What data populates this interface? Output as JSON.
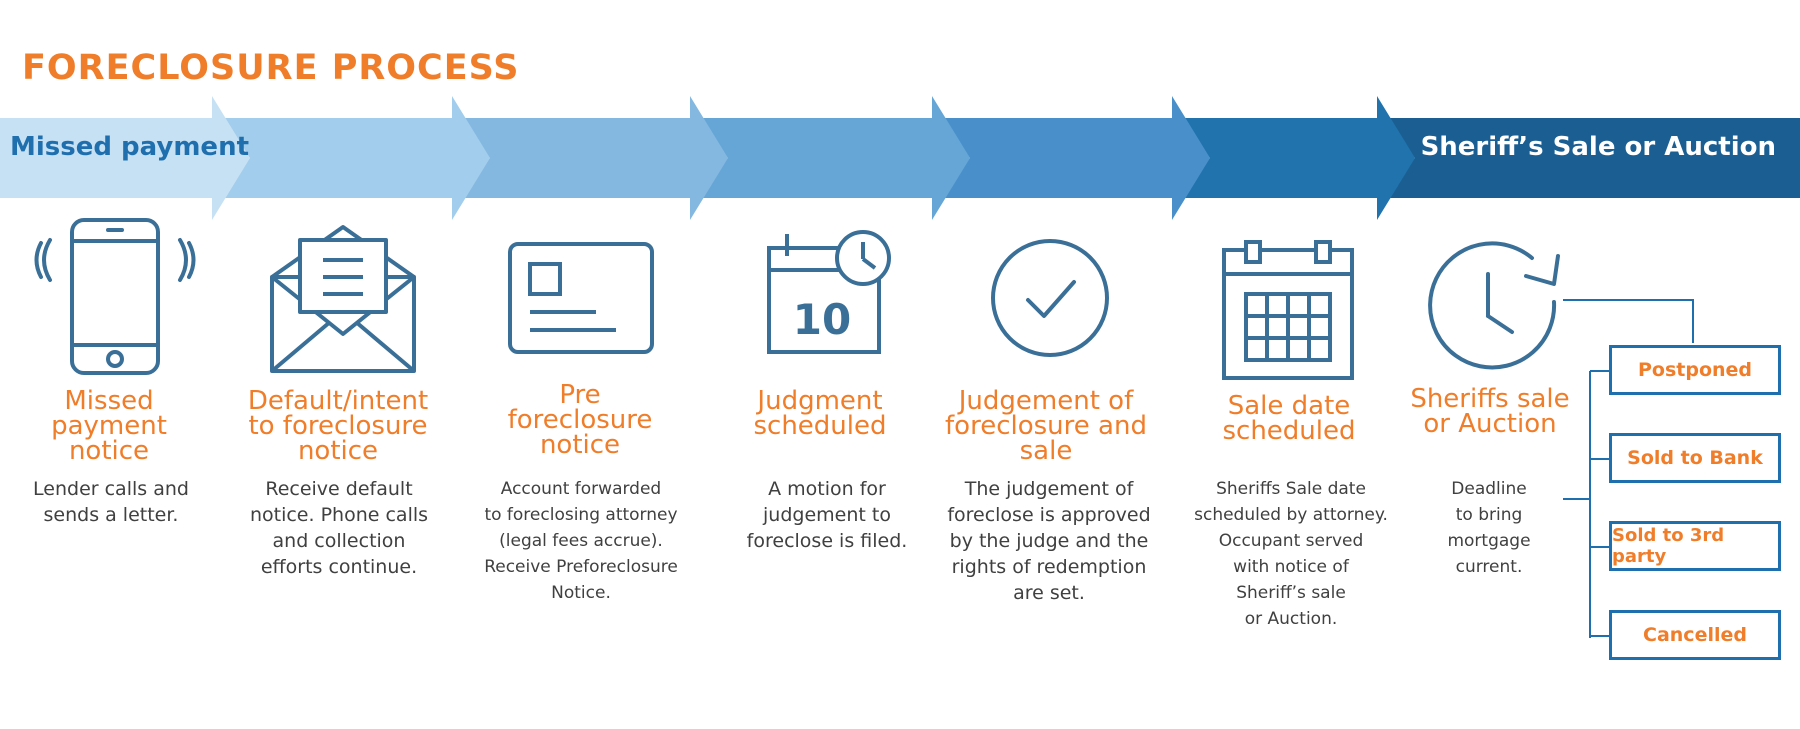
{
  "title": "FORECLOSURE PROCESS",
  "band": {
    "start_label": "Missed payment",
    "end_label": "Sheriff’s Sale or Auction",
    "colors": [
      "#c7e1f4",
      "#a2cdec",
      "#84b8e1",
      "#66a6d7",
      "#4990cb",
      "#2173ae",
      "#1b5f92"
    ]
  },
  "steps": [
    {
      "icon": "phone-icon",
      "title_lines": [
        "Missed",
        "payment",
        "notice"
      ],
      "desc_lines": [
        "Lender calls and",
        "sends a letter."
      ]
    },
    {
      "icon": "envelope-icon",
      "title_lines": [
        "Default/intent",
        "to foreclosure",
        "notice"
      ],
      "desc_lines": [
        "Receive default",
        "notice. Phone calls",
        "and collection",
        "efforts continue."
      ]
    },
    {
      "icon": "id-card-icon",
      "title_lines": [
        "Pre",
        "foreclosure",
        "notice"
      ],
      "desc_lines": [
        "Account forwarded",
        "to foreclosing attorney",
        "(legal fees accrue).",
        "Receive Preforeclosure",
        "Notice."
      ]
    },
    {
      "icon": "calendar-clock-icon",
      "calendar_number": "10",
      "title_lines": [
        "Judgment",
        "scheduled"
      ],
      "desc_lines": [
        "A motion for",
        "judgement to",
        "foreclose is filed."
      ]
    },
    {
      "icon": "check-circle-icon",
      "title_lines": [
        "Judgement of",
        "foreclosure and",
        "sale"
      ],
      "desc_lines": [
        "The judgement of",
        "foreclose is approved",
        "by the judge and the",
        "rights of redemption",
        "are set."
      ]
    },
    {
      "icon": "calendar-grid-icon",
      "title_lines": [
        "Sale date",
        "scheduled"
      ],
      "desc_lines": [
        "Sheriffs Sale date",
        "scheduled by attorney.",
        "Occupant served",
        "with notice of",
        "Sheriff’s sale",
        "or Auction."
      ]
    },
    {
      "icon": "clock-refresh-icon",
      "title_lines": [
        "Sheriffs sale",
        "or Auction"
      ],
      "desc_lines": [
        "Deadline",
        "to bring",
        "mortgage",
        "current."
      ]
    }
  ],
  "outcomes": [
    "Postponed",
    "Sold to Bank",
    "Sold to 3rd party",
    "Cancelled"
  ],
  "colors": {
    "orange": "#f07d2a",
    "blue": "#1f6fae",
    "text": "#404040"
  }
}
